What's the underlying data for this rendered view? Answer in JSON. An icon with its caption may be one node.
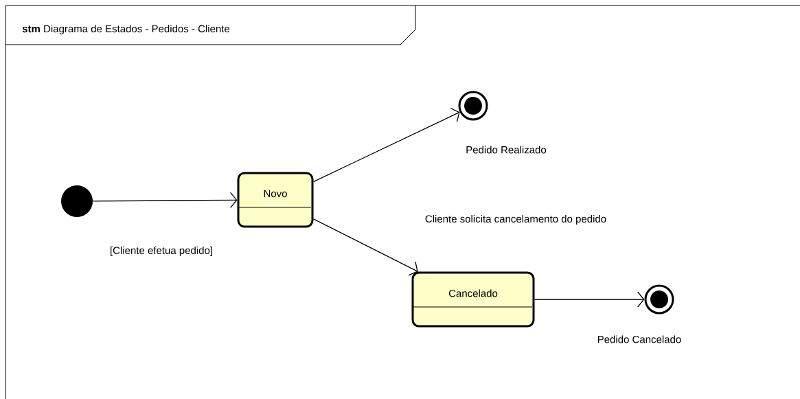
{
  "diagram": {
    "title": "**stm** Diagrama de Estados - Pedidos - Cliente",
    "nodes": [
      {
        "text": [],
        "shape": "circle",
        "beside": [
          "[Cliente efetua pedido]"
        ]
      },
      {
        "text": [
          "Novo"
        ]
      },
      {
        "text": [],
        "shape": "circle",
        "beside": [
          "Pedido Realizado"
        ]
      },
      {
        "text": [
          "Cancelado"
        ]
      },
      {
        "text": [],
        "shape": "circle",
        "beside": [
          "Pedido Cancelado"
        ]
      }
    ],
    "edges": [
      {
        "from": 0,
        "to": 1,
        "arrow": "to"
      },
      {
        "from": 1,
        "to": 2,
        "arrow": "to"
      },
      {
        "from": 1,
        "to": 3,
        "arrow": "to",
        "label": "Cliente solicita cancelamento do pedido"
      },
      {
        "from": 3,
        "to": 4,
        "arrow": "to"
      }
    ]
  }
}
